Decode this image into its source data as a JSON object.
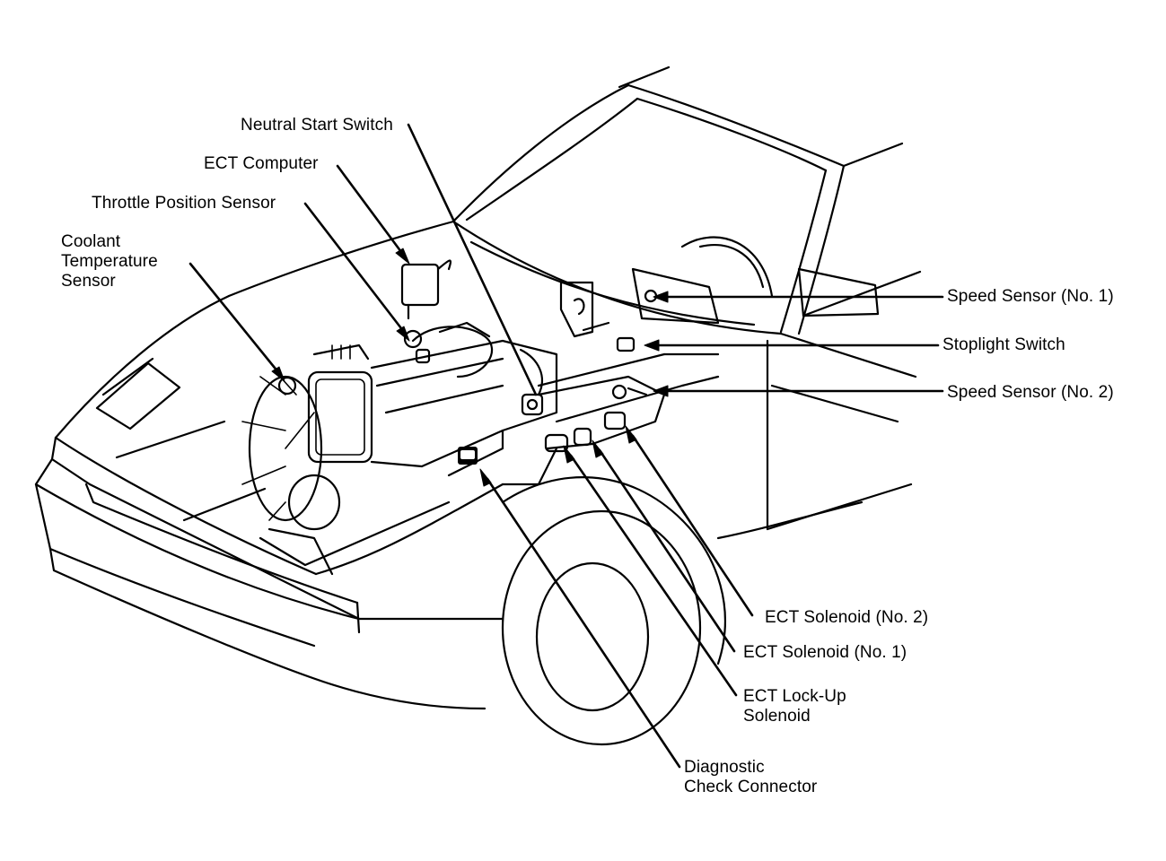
{
  "labels": {
    "neutral_start_switch": "Neutral Start Switch",
    "ect_computer": "ECT Computer",
    "throttle_position_sensor": "Throttle Position Sensor",
    "coolant_temperature_sensor": "Coolant\nTemperature\nSensor",
    "speed_sensor_no1": "Speed Sensor (No. 1)",
    "stoplight_switch": "Stoplight Switch",
    "speed_sensor_no2": "Speed Sensor (No. 2)",
    "ect_solenoid_no2": "ECT Solenoid (No. 2)",
    "ect_solenoid_no1": "ECT Solenoid (No. 1)",
    "ect_lockup_solenoid": "ECT Lock-Up\nSolenoid",
    "diagnostic_check_connector": "Diagnostic\nCheck Connector"
  }
}
